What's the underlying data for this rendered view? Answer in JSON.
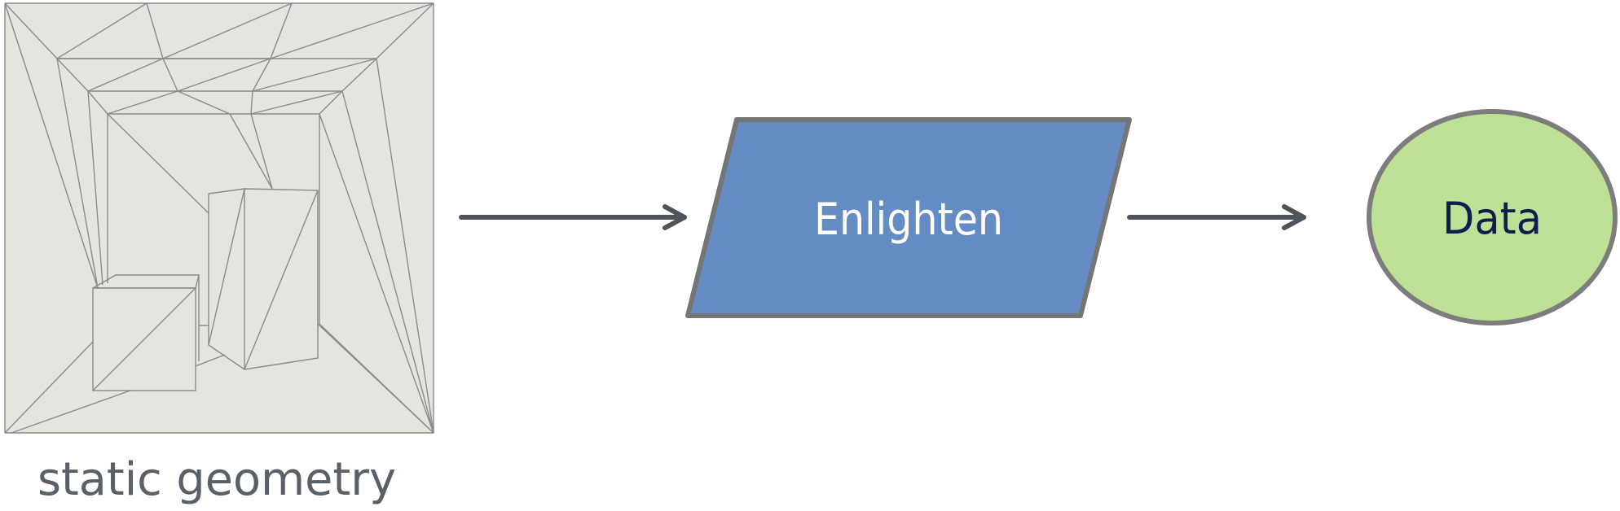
{
  "diagram": {
    "geometry_caption": "static geometry",
    "process_label": "Enlighten",
    "output_label": "Data"
  },
  "colors": {
    "geometry_panel": "#e6e4de",
    "mesh_lines": "#8a8a8a",
    "process_fill": "#658cc2",
    "process_stroke": "#757575",
    "process_text": "#ffffff",
    "output_fill": "#bfe097",
    "output_stroke": "#7d7d7d",
    "output_text": "#0e1f4d",
    "arrow": "#4d545c",
    "caption_text": "#5a6068"
  },
  "icons": {
    "geometry_image": "wireframe-room-mesh",
    "arrow_in": "right-arrow",
    "arrow_out": "right-arrow"
  }
}
